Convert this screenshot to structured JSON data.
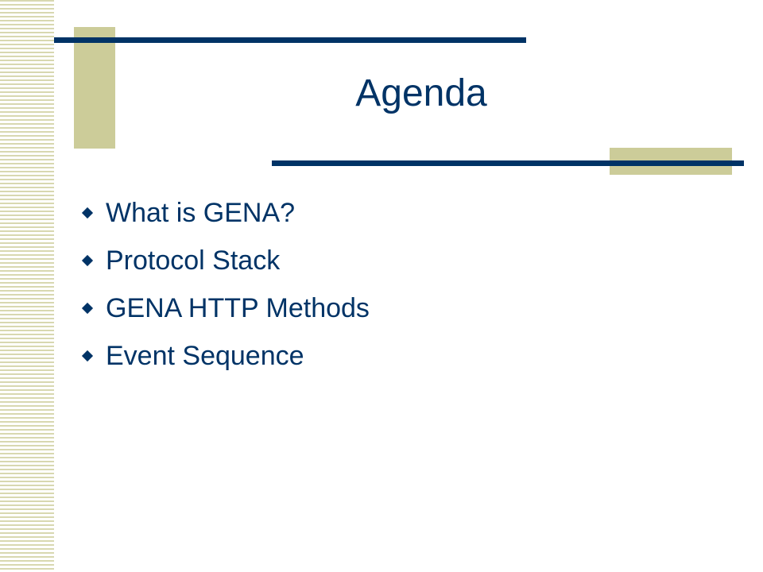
{
  "slide": {
    "title": "Agenda",
    "bullets": [
      "What is GENA?",
      "Protocol Stack",
      "GENA HTTP Methods",
      "Event Sequence"
    ],
    "bullet_icon": "diamond-icon",
    "colors": {
      "text": "#003366",
      "rule": "#003366",
      "accent": "#cccc99",
      "stripe": "#d8d8b0",
      "background": "#ffffff"
    }
  }
}
